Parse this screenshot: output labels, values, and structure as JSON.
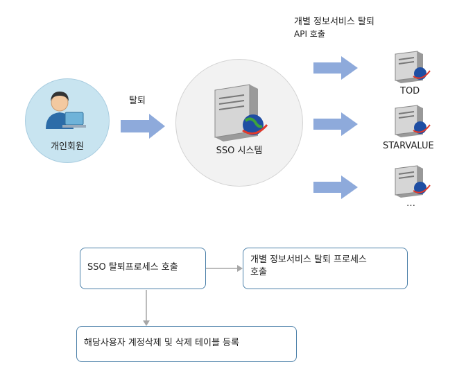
{
  "member": {
    "label": "개인회원"
  },
  "withdraw_label": "탈퇴",
  "sso": {
    "label": "SSO 시스템"
  },
  "api_note": {
    "line1": "개별 정보서비스 탈퇴",
    "line2": "API 호출"
  },
  "services": [
    {
      "label": "TOD"
    },
    {
      "label": "STARVALUE"
    },
    {
      "label": "…"
    }
  ],
  "flow": {
    "step1": "SSO 탈퇴프로세스 호출",
    "step2_line1": "개별 정보서비스  탈퇴 프로세스",
    "step2_line2": "호출",
    "step3": "해당사용자 계정삭제 및 삭제 테이블 등록"
  },
  "colors": {
    "arrow": "#8eaadb",
    "member_circle": "#c8e4f0",
    "sso_circle": "#f2f2f2",
    "box_border": "#4a7fa8",
    "connector": "#a6a6a6"
  }
}
